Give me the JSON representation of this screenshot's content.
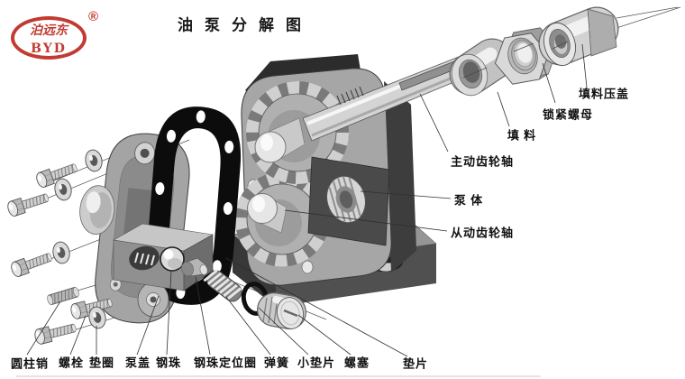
{
  "logo": {
    "brand_cn": "泊远东",
    "brand_en": "BYD",
    "registered_mark": "®",
    "brand_color": "#c23b32"
  },
  "title": "油泵分解图",
  "diagram": {
    "kind": "exploded-view technical illustration of a gear oil pump",
    "line_color": "#2f2f2f",
    "gasket_color": "#0c0c0c",
    "metal_light": "#e6e6e6",
    "metal_mid": "#a6a6a6",
    "metal_dark": "#3d3d3d"
  },
  "parts": {
    "packing_gland": "填料压盖",
    "lock_nut": "锁紧螺母",
    "packing": "填 料",
    "driving_gear_shaft": "主动齿轮轴",
    "pump_body": "泵 体",
    "driven_gear_shaft": "从动齿轮轴",
    "cylindrical_pin": "圆柱销",
    "bolt": "螺栓",
    "washer": "垫圈",
    "pump_cover": "泵盖",
    "steel_ball": "钢珠",
    "ball_retainer_ring": "钢珠定位圈",
    "spring": "弹簧",
    "small_gasket": "小垫片",
    "screw_plug": "螺塞",
    "gasket": "垫片"
  }
}
